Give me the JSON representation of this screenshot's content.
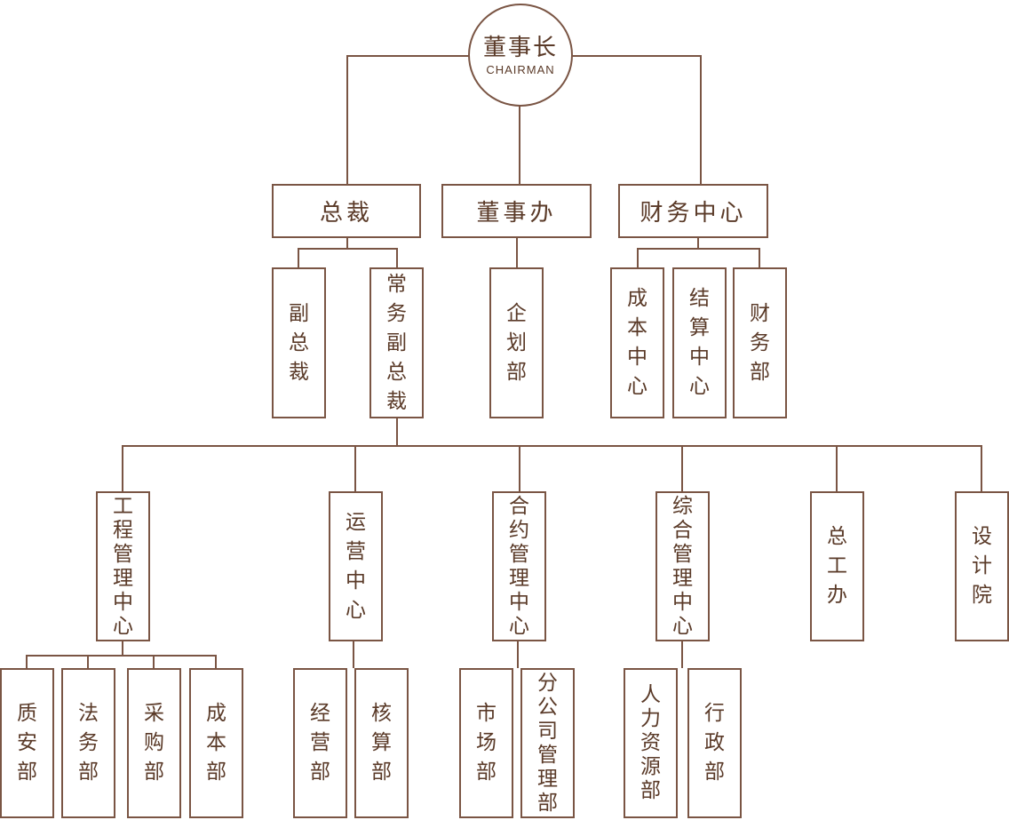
{
  "chart": {
    "root": {
      "title": "董事长",
      "subtitle": "CHAIRMAN"
    },
    "level1": {
      "president": "总裁",
      "office": "董事办",
      "finance": "财务中心"
    },
    "level2": {
      "vice_president": "副总裁",
      "executive_vp": "常务副总裁",
      "planning": "企划部",
      "cost_center": "成本中心",
      "settlement_center": "结算中心",
      "finance_dept": "财务部"
    },
    "level3": {
      "engineering": "工程管理中心",
      "operations": "运营中心",
      "contract": "合约管理中心",
      "general_mgmt": "综合管理中心",
      "chief_engineer": "总工办",
      "design": "设计院"
    },
    "level4": {
      "quality_safety": "质安部",
      "legal": "法务部",
      "purchasing": "采购部",
      "cost": "成本部",
      "business": "经营部",
      "accounting": "核算部",
      "market": "市场部",
      "branch_mgmt": "分公司管理部",
      "hr": "人力资源部",
      "admin": "行政部"
    }
  }
}
